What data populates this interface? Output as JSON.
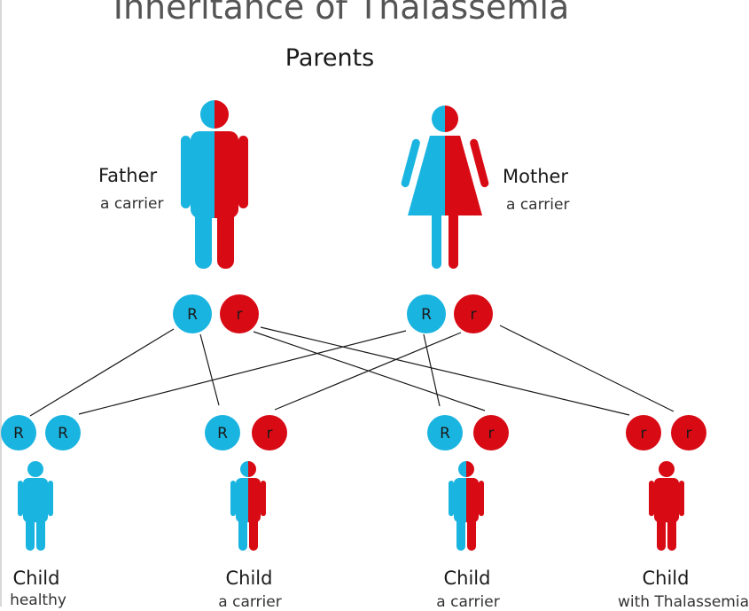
{
  "title": "Inheritance of Thalassemia",
  "subtitle": "Parents",
  "colors": {
    "normal": "#1ab4e0",
    "trait": "#d80a14",
    "line": "#1a1a1a"
  },
  "parents": [
    {
      "id": "father",
      "label": "Father",
      "description": "a carrier",
      "figure": "male",
      "alleles": [
        "R",
        "r"
      ]
    },
    {
      "id": "mother",
      "label": "Mother",
      "description": "a carrier",
      "figure": "female",
      "alleles": [
        "R",
        "r"
      ]
    }
  ],
  "children": [
    {
      "label": "Child",
      "description": "healthy",
      "alleles": [
        "R",
        "R"
      ],
      "status": "healthy"
    },
    {
      "label": "Child",
      "description": "a carrier",
      "alleles": [
        "R",
        "r"
      ],
      "status": "carrier"
    },
    {
      "label": "Child",
      "description": "a carrier",
      "alleles": [
        "R",
        "r"
      ],
      "status": "carrier"
    },
    {
      "label": "Child",
      "description": "with Thalassemia",
      "alleles": [
        "r",
        "r"
      ],
      "status": "affected"
    }
  ]
}
